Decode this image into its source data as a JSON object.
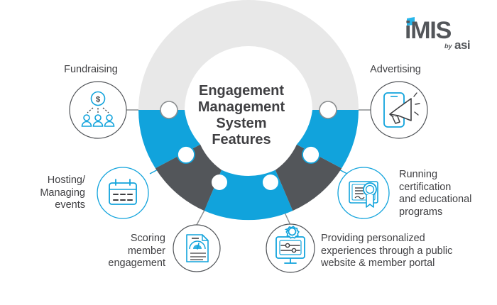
{
  "brand": {
    "logo_text": "iMIS",
    "logo_sub_by": "by",
    "logo_sub_name": "asi",
    "accent_cyan": "#11a3dc",
    "dark_gray": "#53565a",
    "light_gray": "#e8e8e8",
    "text_gray": "#3f3f42",
    "line_gray": "#8a8d8f"
  },
  "center": {
    "title_lines": [
      "Engagement",
      "Management",
      "System",
      "Features"
    ],
    "title_full": "Engagement Management System Features"
  },
  "nodes": [
    {
      "id": "fundraising",
      "label": "Fundraising",
      "icon": "donation-people-icon",
      "connector_color": "#8a8d8f",
      "hub_ring_color": "#8a8d8f"
    },
    {
      "id": "advertising",
      "label": "Advertising",
      "icon": "megaphone-phone-icon",
      "connector_color": "#8a8d8f",
      "hub_ring_color": "#8a8d8f"
    },
    {
      "id": "hosting-events",
      "label": "Hosting/\nManaging\nevents",
      "icon": "calendar-icon",
      "connector_color": "#11a3dc",
      "hub_ring_color": "#11a3dc"
    },
    {
      "id": "scoring-engagement",
      "label": "Scoring\nmember\nengagement",
      "icon": "gauge-document-icon",
      "connector_color": "#8a8d8f",
      "hub_ring_color": "#ffffff"
    },
    {
      "id": "personalized-experiences",
      "label": "Providing personalized\nexperiences through a public\nwebsite & member portal",
      "icon": "monitor-settings-icon",
      "connector_color": "#8a8d8f",
      "hub_ring_color": "#ffffff"
    },
    {
      "id": "certification-programs",
      "label": "Running\ncertification\nand educational\nprograms",
      "icon": "certificate-ribbon-icon",
      "connector_color": "#11a3dc",
      "hub_ring_color": "#11a3dc"
    }
  ],
  "chart_data": {
    "type": "pie",
    "title": "Engagement Management System Features",
    "subtype": "donut-ring",
    "legend": "none",
    "segments": [
      {
        "name": "top-light",
        "color": "#e8e8e8",
        "start_deg": 180,
        "end_deg": 360
      },
      {
        "name": "left-cyan",
        "color": "#11a3dc",
        "start_deg": 0,
        "end_deg": 48
      },
      {
        "name": "left-dark",
        "color": "#53565a",
        "start_deg": 48,
        "end_deg": 73
      },
      {
        "name": "bottom-cyan",
        "color": "#11a3dc",
        "start_deg": 73,
        "end_deg": 107
      },
      {
        "name": "right-dark",
        "color": "#53565a",
        "start_deg": 107,
        "end_deg": 132
      },
      {
        "name": "right-cyan",
        "color": "#11a3dc",
        "start_deg": 132,
        "end_deg": 180
      }
    ],
    "hub_markers": 6,
    "categories": [
      "Fundraising",
      "Advertising",
      "Hosting/Managing events",
      "Scoring member engagement",
      "Providing personalized experiences through a public website & member portal",
      "Running certification and educational programs"
    ],
    "values": [
      1,
      1,
      1,
      1,
      1,
      1
    ]
  }
}
